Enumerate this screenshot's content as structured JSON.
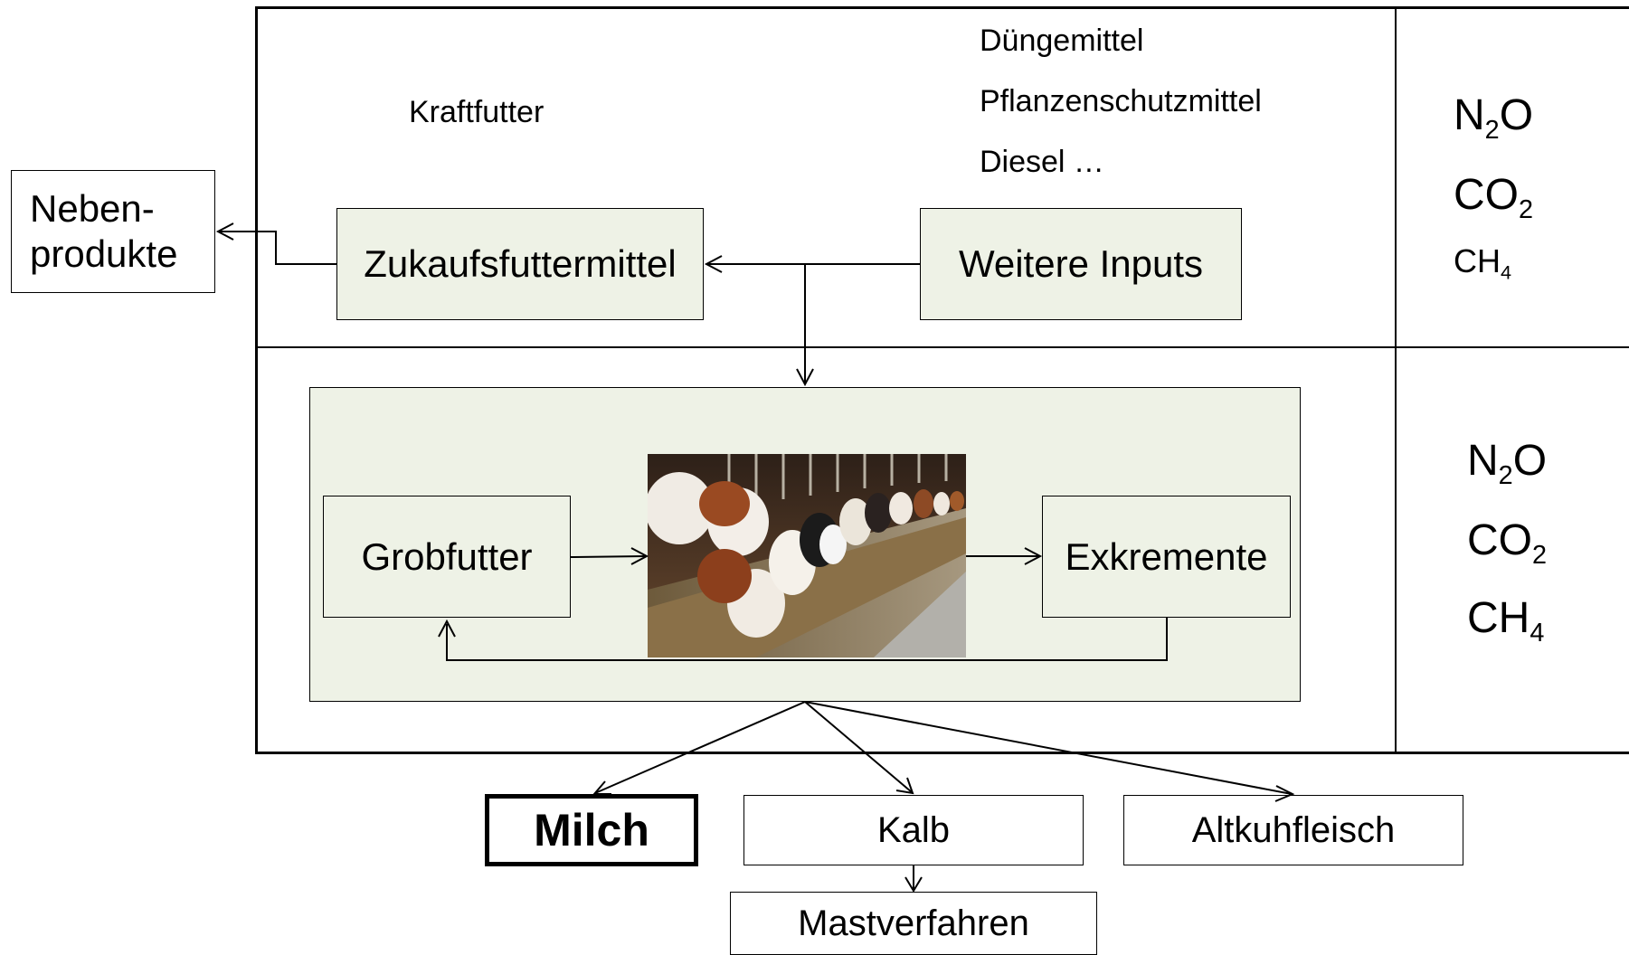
{
  "inputs_top": {
    "kraftfutter": "Kraftfutter",
    "duengemittel": "Düngemittel",
    "pflanzenschutzmittel": "Pflanzenschutzmittel",
    "diesel": "Diesel …"
  },
  "boxes": {
    "nebenprodukte_line1": "Neben-",
    "nebenprodukte_line2": "produkte",
    "zukaufsfuttermittel": "Zukaufsfuttermittel",
    "weitere_inputs": "Weitere Inputs",
    "grobfutter": "Grobfutter",
    "exkremente": "Exkremente"
  },
  "outputs": {
    "milch": "Milch",
    "kalb": "Kalb",
    "altkuhfleisch": "Altkuhfleisch",
    "mastverfahren": "Mastverfahren"
  },
  "emissions_top": [
    {
      "base": "N",
      "sub": "2",
      "rest": "O"
    },
    {
      "base": "CO",
      "sub": "2",
      "rest": ""
    },
    {
      "base": "CH",
      "sub": "4",
      "rest": ""
    }
  ],
  "emissions_bottom": [
    {
      "base": "N",
      "sub": "2",
      "rest": "O"
    },
    {
      "base": "CO",
      "sub": "2",
      "rest": ""
    },
    {
      "base": "CH",
      "sub": "4",
      "rest": ""
    }
  ],
  "photo": {
    "subject": "cows-feeding-in-barn"
  },
  "colors": {
    "box_fill": "#eef2e6",
    "line": "#000000"
  }
}
